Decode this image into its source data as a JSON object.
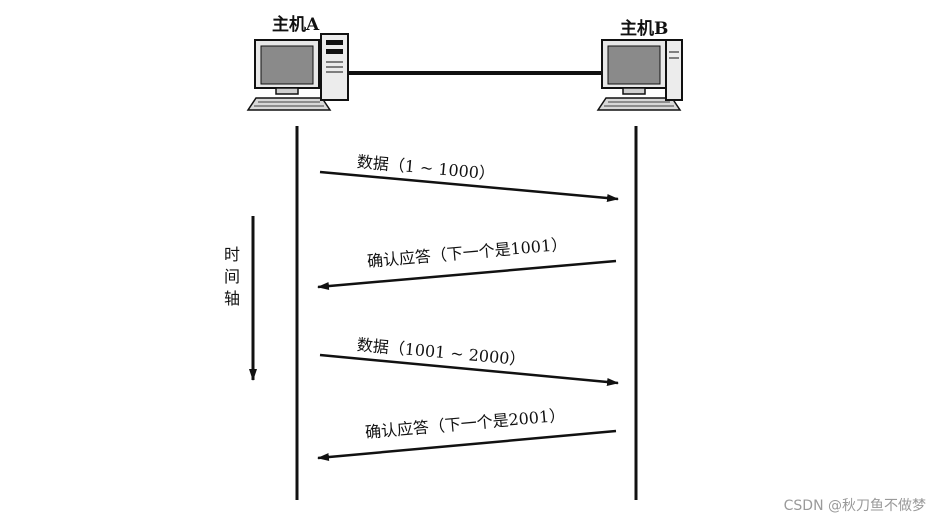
{
  "hosts": {
    "a_label": "主机A",
    "b_label": "主机B"
  },
  "messages": [
    {
      "label": "数据（1 ~ 1000）",
      "direction": "A-to-B"
    },
    {
      "label": "确认应答（下一个是1001）",
      "direction": "B-to-A"
    },
    {
      "label": "数据（1001 ~ 2000）",
      "direction": "A-to-B"
    },
    {
      "label": "确认应答（下一个是2001）",
      "direction": "B-to-A"
    }
  ],
  "time_axis": {
    "chars": [
      "时",
      "间",
      "轴"
    ]
  },
  "watermark": "CSDN @秋刀鱼不做梦"
}
